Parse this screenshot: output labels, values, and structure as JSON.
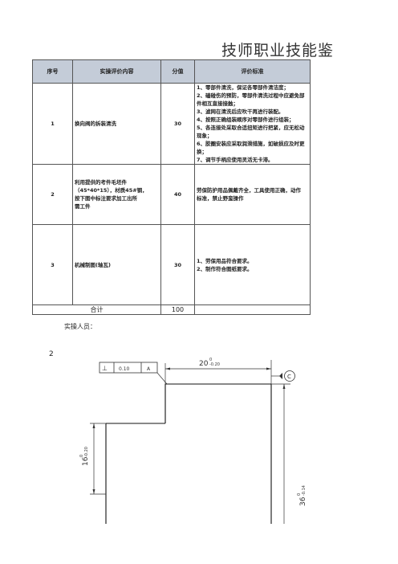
{
  "title": "技师职业技能鉴",
  "table": {
    "headers": [
      "序号",
      "实操评价内容",
      "分值",
      "评价标准"
    ],
    "rows": [
      {
        "no": "1",
        "content": [
          "换向阀的拆装清洗"
        ],
        "score": "30",
        "criteria": [
          "1、零部件清洗，保证各零部件清洁度；",
          "2、磕碰伤的预防，零部件清洗过程中应避免部",
          "件相互直接接触；",
          "3、滤网在清洗后应吹干再进行装配。",
          "4、按照正确组装顺序对零部件进行组装；",
          "5、各连接处采取合适扭矩进行把紧，应无松动",
          "现象；",
          "6、胶圈安装应采取润滑措施，如破损应及时更",
          "换；",
          "7、调节手柄应使用灵活无卡滞。"
        ]
      },
      {
        "no": "2",
        "content": [
          "利用提供的考件毛坯件",
          "（45*40*15），材质45#钢，",
          "按下图中标注要求加工出所",
          "需工件"
        ],
        "score": "40",
        "criteria": [
          "劳保防护用品佩戴齐全，工具使用正确，动作",
          "标准，禁止野蛮操作"
        ]
      },
      {
        "no": "3",
        "content": [
          "机械制图(轴瓦)"
        ],
        "score": "30",
        "criteria": [
          "1、劳保用品符合要求。",
          "2、制作符合图纸要求。"
        ]
      }
    ],
    "total_label": "合计",
    "total_value": "100"
  },
  "footer_label": "实操人员：",
  "page_number": "2",
  "drawing": {
    "frame_symbol": "⊥",
    "frame_tolerance": "0.10",
    "frame_datum": "A",
    "top_dim": "20",
    "top_dim_upper": "0",
    "top_dim_lower": "-0.20",
    "datum_label": "C",
    "left_dim": "16",
    "left_dim_upper": "0",
    "left_dim_lower": "-0.20",
    "right_dim": "36",
    "right_dim_upper": "0",
    "right_dim_lower": "-0.14"
  }
}
